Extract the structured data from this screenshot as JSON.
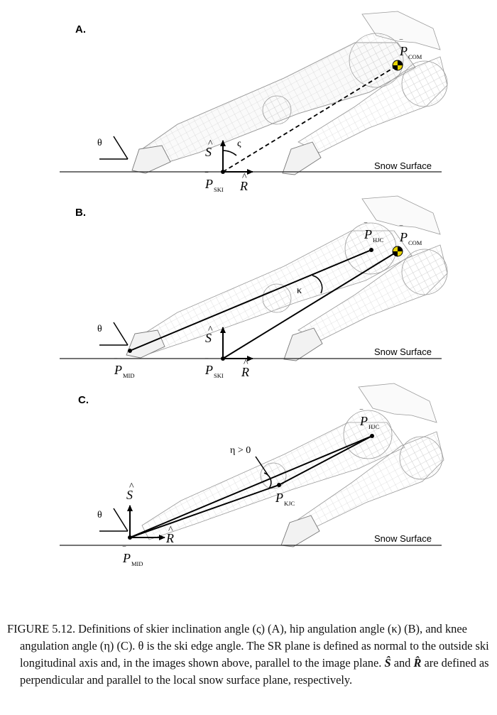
{
  "panels": [
    {
      "letter": "A.",
      "surface_label": "Snow Surface",
      "theta": "θ",
      "angle_label": "ς",
      "points": [
        {
          "base": "P",
          "sub": "COM"
        },
        {
          "base": "P",
          "sub": "SKI"
        }
      ],
      "axes": {
        "s": "S",
        "r": "R"
      }
    },
    {
      "letter": "B.",
      "surface_label": "Snow Surface",
      "theta": "θ",
      "angle_label": "κ",
      "points": [
        {
          "base": "P",
          "sub": "HJC"
        },
        {
          "base": "P",
          "sub": "COM"
        },
        {
          "base": "P",
          "sub": "MID"
        },
        {
          "base": "P",
          "sub": "SKI"
        }
      ],
      "axes": {
        "s": "S",
        "r": "R"
      }
    },
    {
      "letter": "C.",
      "surface_label": "Snow Surface",
      "theta": "θ",
      "angle_label": "η > 0",
      "points": [
        {
          "base": "P",
          "sub": "HJC"
        },
        {
          "base": "P",
          "sub": "KJC"
        },
        {
          "base": "P",
          "sub": "MID"
        }
      ],
      "axes": {
        "s": "S",
        "r": "R"
      }
    }
  ],
  "caption": {
    "prefix": "FIGURE 5.12.  Definitions of skier inclination angle (ς) (A), hip angulation angle (κ) (B), and knee angulation angle (η) (C).  θ  is the ski edge angle. The SR plane is defined as normal to the outside ski longitudinal axis and, in the images shown above, parallel to the image plane.",
    "s_hat": "Ŝ",
    "and_text": "and",
    "r_hat": "R̂",
    "suffix": "are defined as perpendicular and parallel to the local snow surface plane, respectively."
  }
}
